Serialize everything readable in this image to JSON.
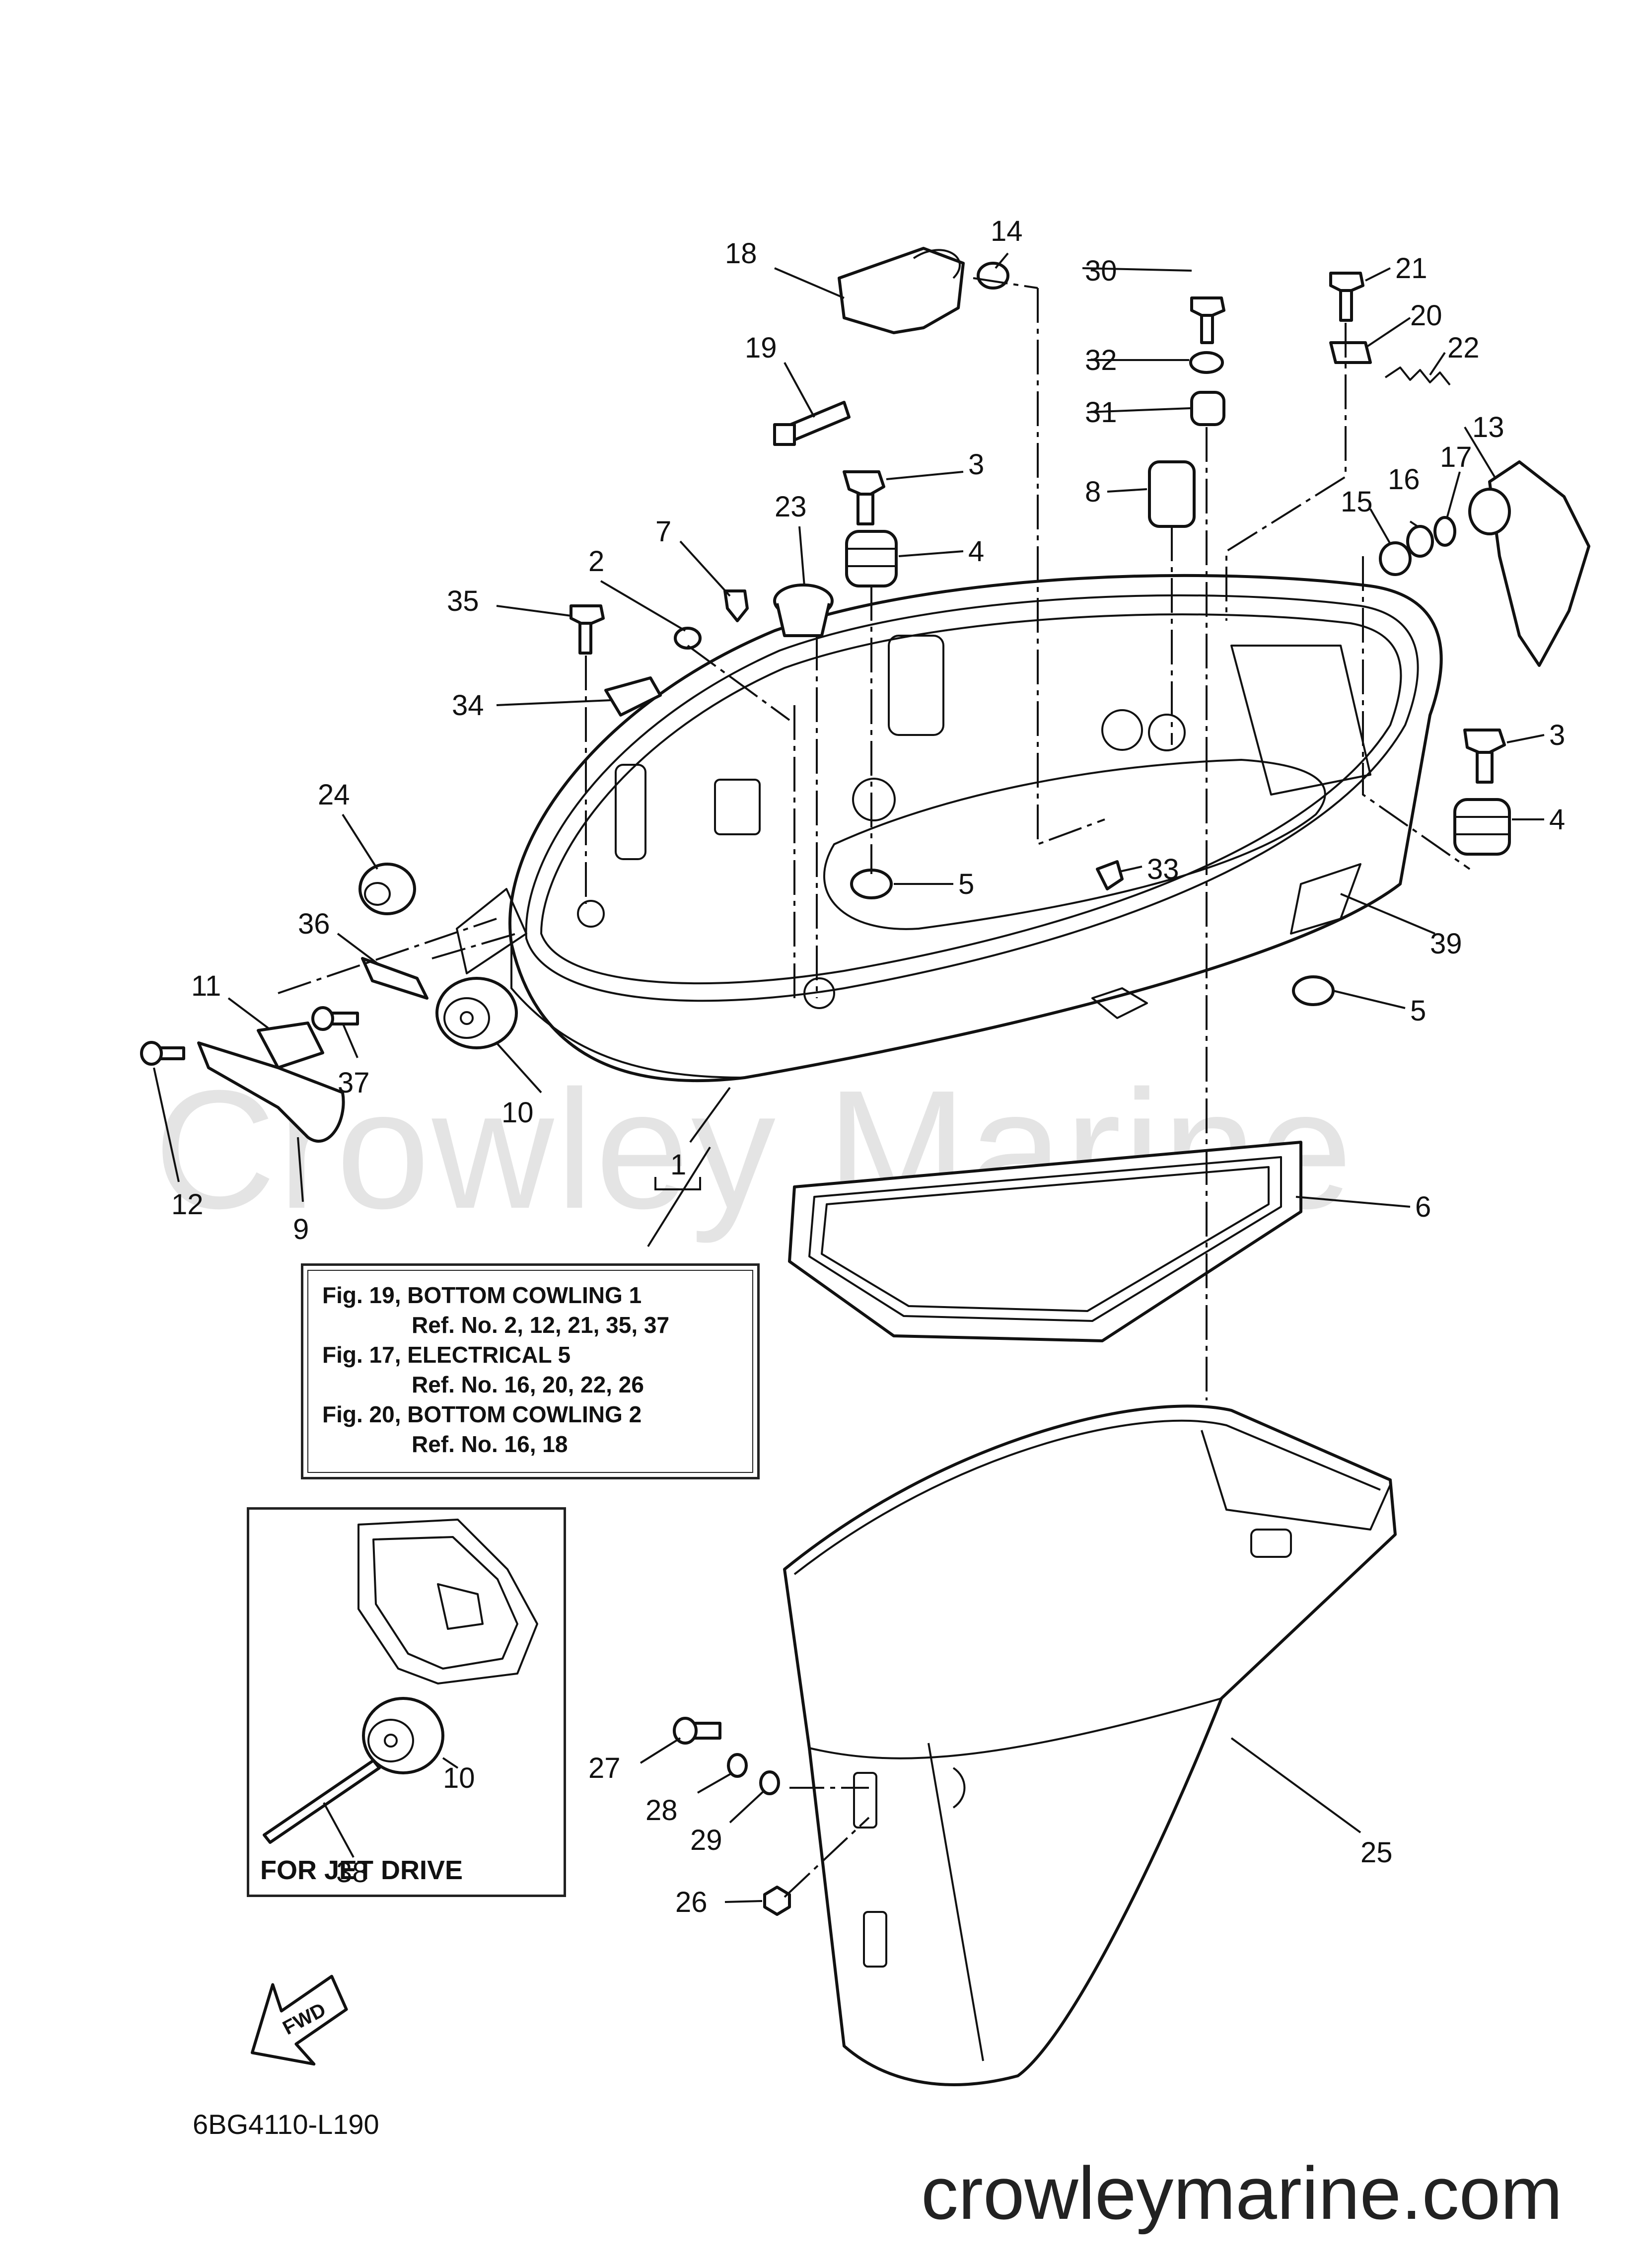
{
  "reference_box": {
    "lines": [
      "Fig. 19, BOTTOM COWLING 1",
      "Ref. No. 2, 12, 21, 35, 37",
      "Fig. 17, ELECTRICAL 5",
      "Ref. No. 16, 20, 22, 26",
      "Fig. 20, BOTTOM COWLING 2",
      "Ref. No. 16, 18"
    ]
  },
  "inset": {
    "caption": "FOR JET DRIVE"
  },
  "fwd_arrow": {
    "label": "FWD",
    "icon": "fwd-arrow-icon"
  },
  "diagram_code": "6BG4110-L190",
  "watermark": "Crowley Marine",
  "site_footer": "crowleymarine.com",
  "callouts": {
    "c1": "1",
    "c2": "2",
    "c3a": "3",
    "c3b": "3",
    "c4a": "4",
    "c4b": "4",
    "c5a": "5",
    "c5b": "5",
    "c6": "6",
    "c7": "7",
    "c8": "8",
    "c9": "9",
    "c10a": "10",
    "c10b": "10",
    "c11": "11",
    "c12": "12",
    "c13": "13",
    "c14": "14",
    "c15": "15",
    "c16": "16",
    "c17": "17",
    "c18": "18",
    "c19": "19",
    "c20": "20",
    "c21": "21",
    "c22": "22",
    "c23": "23",
    "c24": "24",
    "c25": "25",
    "c26": "26",
    "c27": "27",
    "c28": "28",
    "c29": "29",
    "c30": "30",
    "c31": "31",
    "c32": "32",
    "c33": "33",
    "c34": "34",
    "c35": "35",
    "c36": "36",
    "c37": "37",
    "c38": "38",
    "c39": "39"
  }
}
